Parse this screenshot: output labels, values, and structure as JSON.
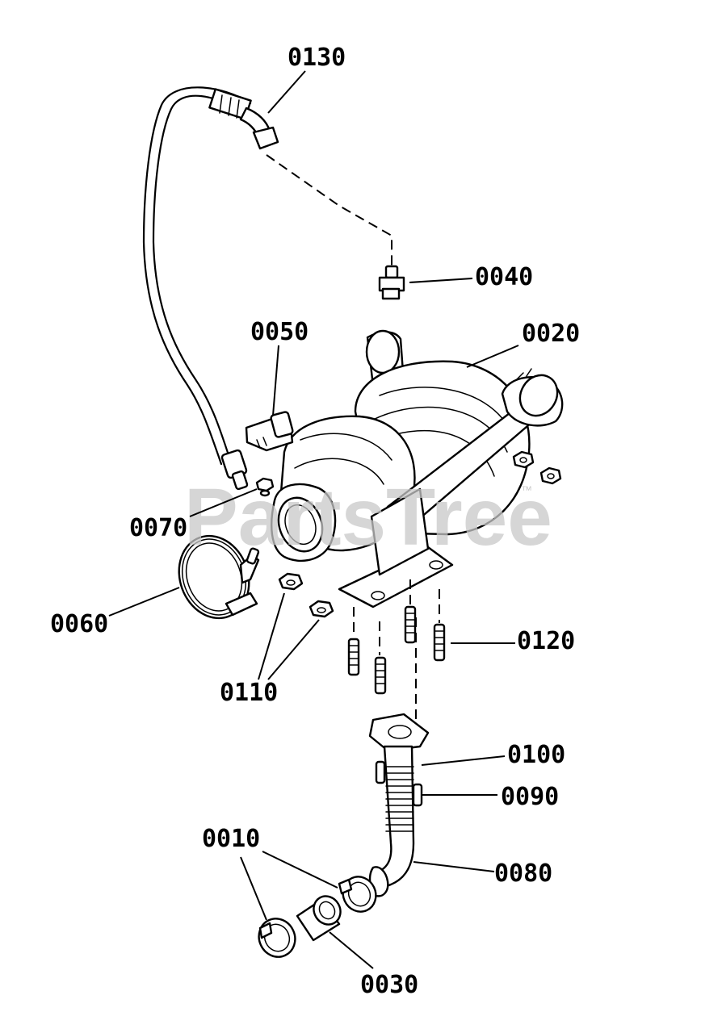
{
  "diagram": {
    "watermark": "PartsTree",
    "watermark_tm": "™",
    "labels": {
      "p0130": "0130",
      "p0040": "0040",
      "p0050": "0050",
      "p0020": "0020",
      "p0070": "0070",
      "p0060": "0060",
      "p0120": "0120",
      "p0110": "0110",
      "p0100": "0100",
      "p0090": "0090",
      "p0010": "0010",
      "p0080": "0080",
      "p0030": "0030"
    }
  }
}
